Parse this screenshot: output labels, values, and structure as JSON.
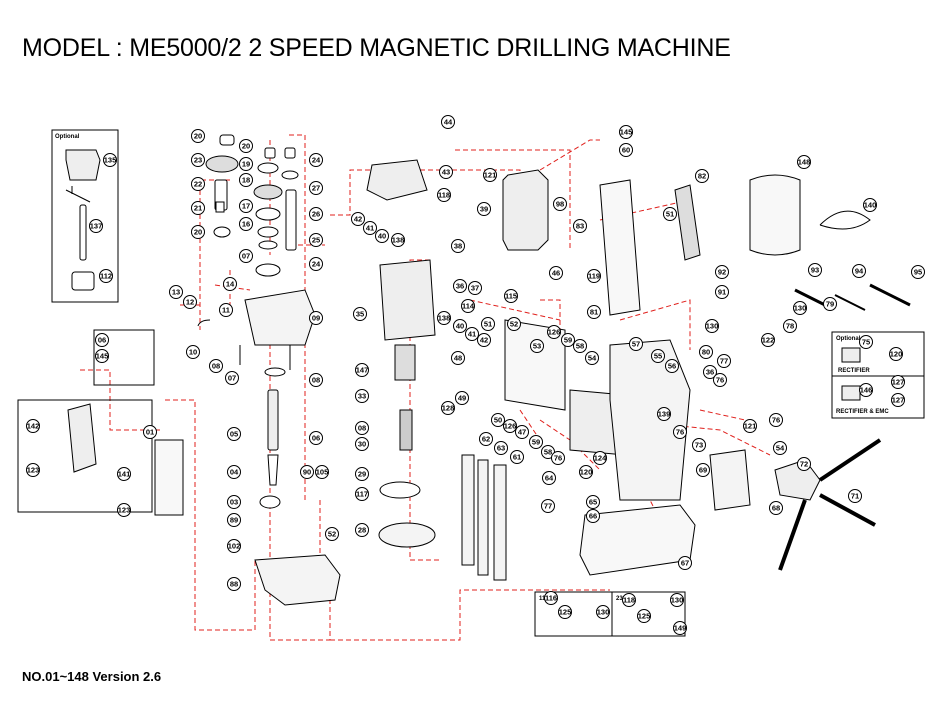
{
  "title": "MODEL : ME5000/2  2 SPEED MAGNETIC DRILLING MACHINE",
  "footer": "NO.01~148 Version 2.6",
  "colors": {
    "line": "#000000",
    "leader": "#e0201c",
    "paper": "#ffffff"
  },
  "boxes": {
    "optional_top": "Optional",
    "optional_right": "Optional",
    "rectifier": "RECTIFIER",
    "rectifier_emc": "RECTIFIER & EMC",
    "v110": "110V",
    "v230": "230V"
  },
  "part_numbers": [
    "20",
    "20",
    "24",
    "23",
    "19",
    "18",
    "27",
    "22",
    "17",
    "26",
    "21",
    "16",
    "25",
    "20",
    "07",
    "24",
    "13",
    "12",
    "14",
    "11",
    "09",
    "10",
    "08",
    "07",
    "08",
    "06",
    "145",
    "05",
    "06",
    "04",
    "90",
    "105",
    "03",
    "89",
    "102",
    "52",
    "88",
    "01",
    "142",
    "123",
    "141",
    "123",
    "135",
    "137",
    "112",
    "44",
    "43",
    "118",
    "121",
    "39",
    "42",
    "41",
    "40",
    "138",
    "38",
    "36",
    "37",
    "35",
    "138",
    "40",
    "41",
    "42",
    "147",
    "33",
    "08",
    "30",
    "29",
    "117",
    "28",
    "46",
    "114",
    "115",
    "51",
    "52",
    "53",
    "126",
    "59",
    "58",
    "54",
    "48",
    "49",
    "128",
    "50",
    "126",
    "47",
    "59",
    "58",
    "76",
    "64",
    "120",
    "124",
    "65",
    "66",
    "77",
    "62",
    "63",
    "61",
    "145",
    "60",
    "82",
    "98",
    "83",
    "51",
    "119",
    "81",
    "148",
    "140",
    "57",
    "55",
    "56",
    "80",
    "77",
    "36",
    "76",
    "130",
    "139",
    "76",
    "73",
    "121",
    "54",
    "72",
    "69",
    "68",
    "71",
    "67",
    "76",
    "92",
    "93",
    "94",
    "95",
    "91",
    "130",
    "79",
    "78",
    "122",
    "75",
    "120",
    "127",
    "146",
    "127",
    "116",
    "125",
    "130",
    "118",
    "125",
    "130",
    "149"
  ]
}
